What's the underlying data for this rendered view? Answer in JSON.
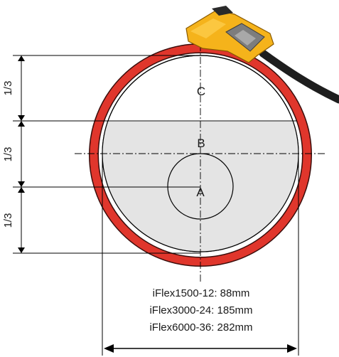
{
  "zones": {
    "top": "C",
    "middle": "B",
    "bottom": "A"
  },
  "thirds": [
    "1/3",
    "1/3",
    "1/3"
  ],
  "sizes": [
    "iFlex1500-12: 88mm",
    "iFlex3000-24: 185mm",
    "iFlex6000-36: 282mm"
  ],
  "colors": {
    "probe": "#e0362c",
    "probe_outline": "#3a0d0b",
    "shaded_area": "#e4e4e4",
    "connector_yellow": "#f5b31b",
    "connector_grey": "#7d7d7d",
    "cable": "#1e1e1e",
    "lines": "#000000"
  }
}
